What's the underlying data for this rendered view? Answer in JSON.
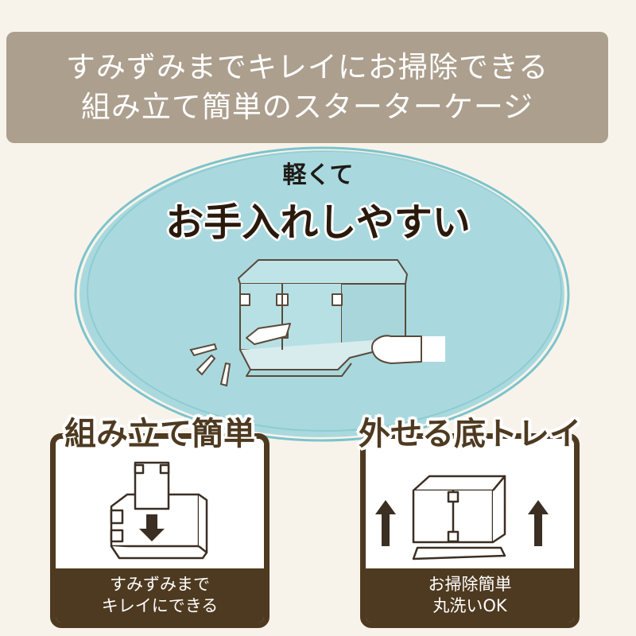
{
  "banner": {
    "line1": "すみずみまでキレイにお掃除できる",
    "line2": "組み立て簡単のスターターケージ"
  },
  "headline": {
    "small": "軽くて",
    "big": "お手入れしやすい"
  },
  "cards": [
    {
      "title": "組み立て簡単",
      "caption_line1": "すみずみまで",
      "caption_line2": "キレイにできる"
    },
    {
      "title": "外せる底トレイ",
      "caption_line1": "お掃除簡単",
      "caption_line2": "丸洗いOK"
    }
  ],
  "colors": {
    "background": "#f8f3ea",
    "banner": "#ac9f8e",
    "blob": "#a9d9de",
    "blob_outline": "#7cc3cc",
    "card_brown": "#4e3a20"
  }
}
